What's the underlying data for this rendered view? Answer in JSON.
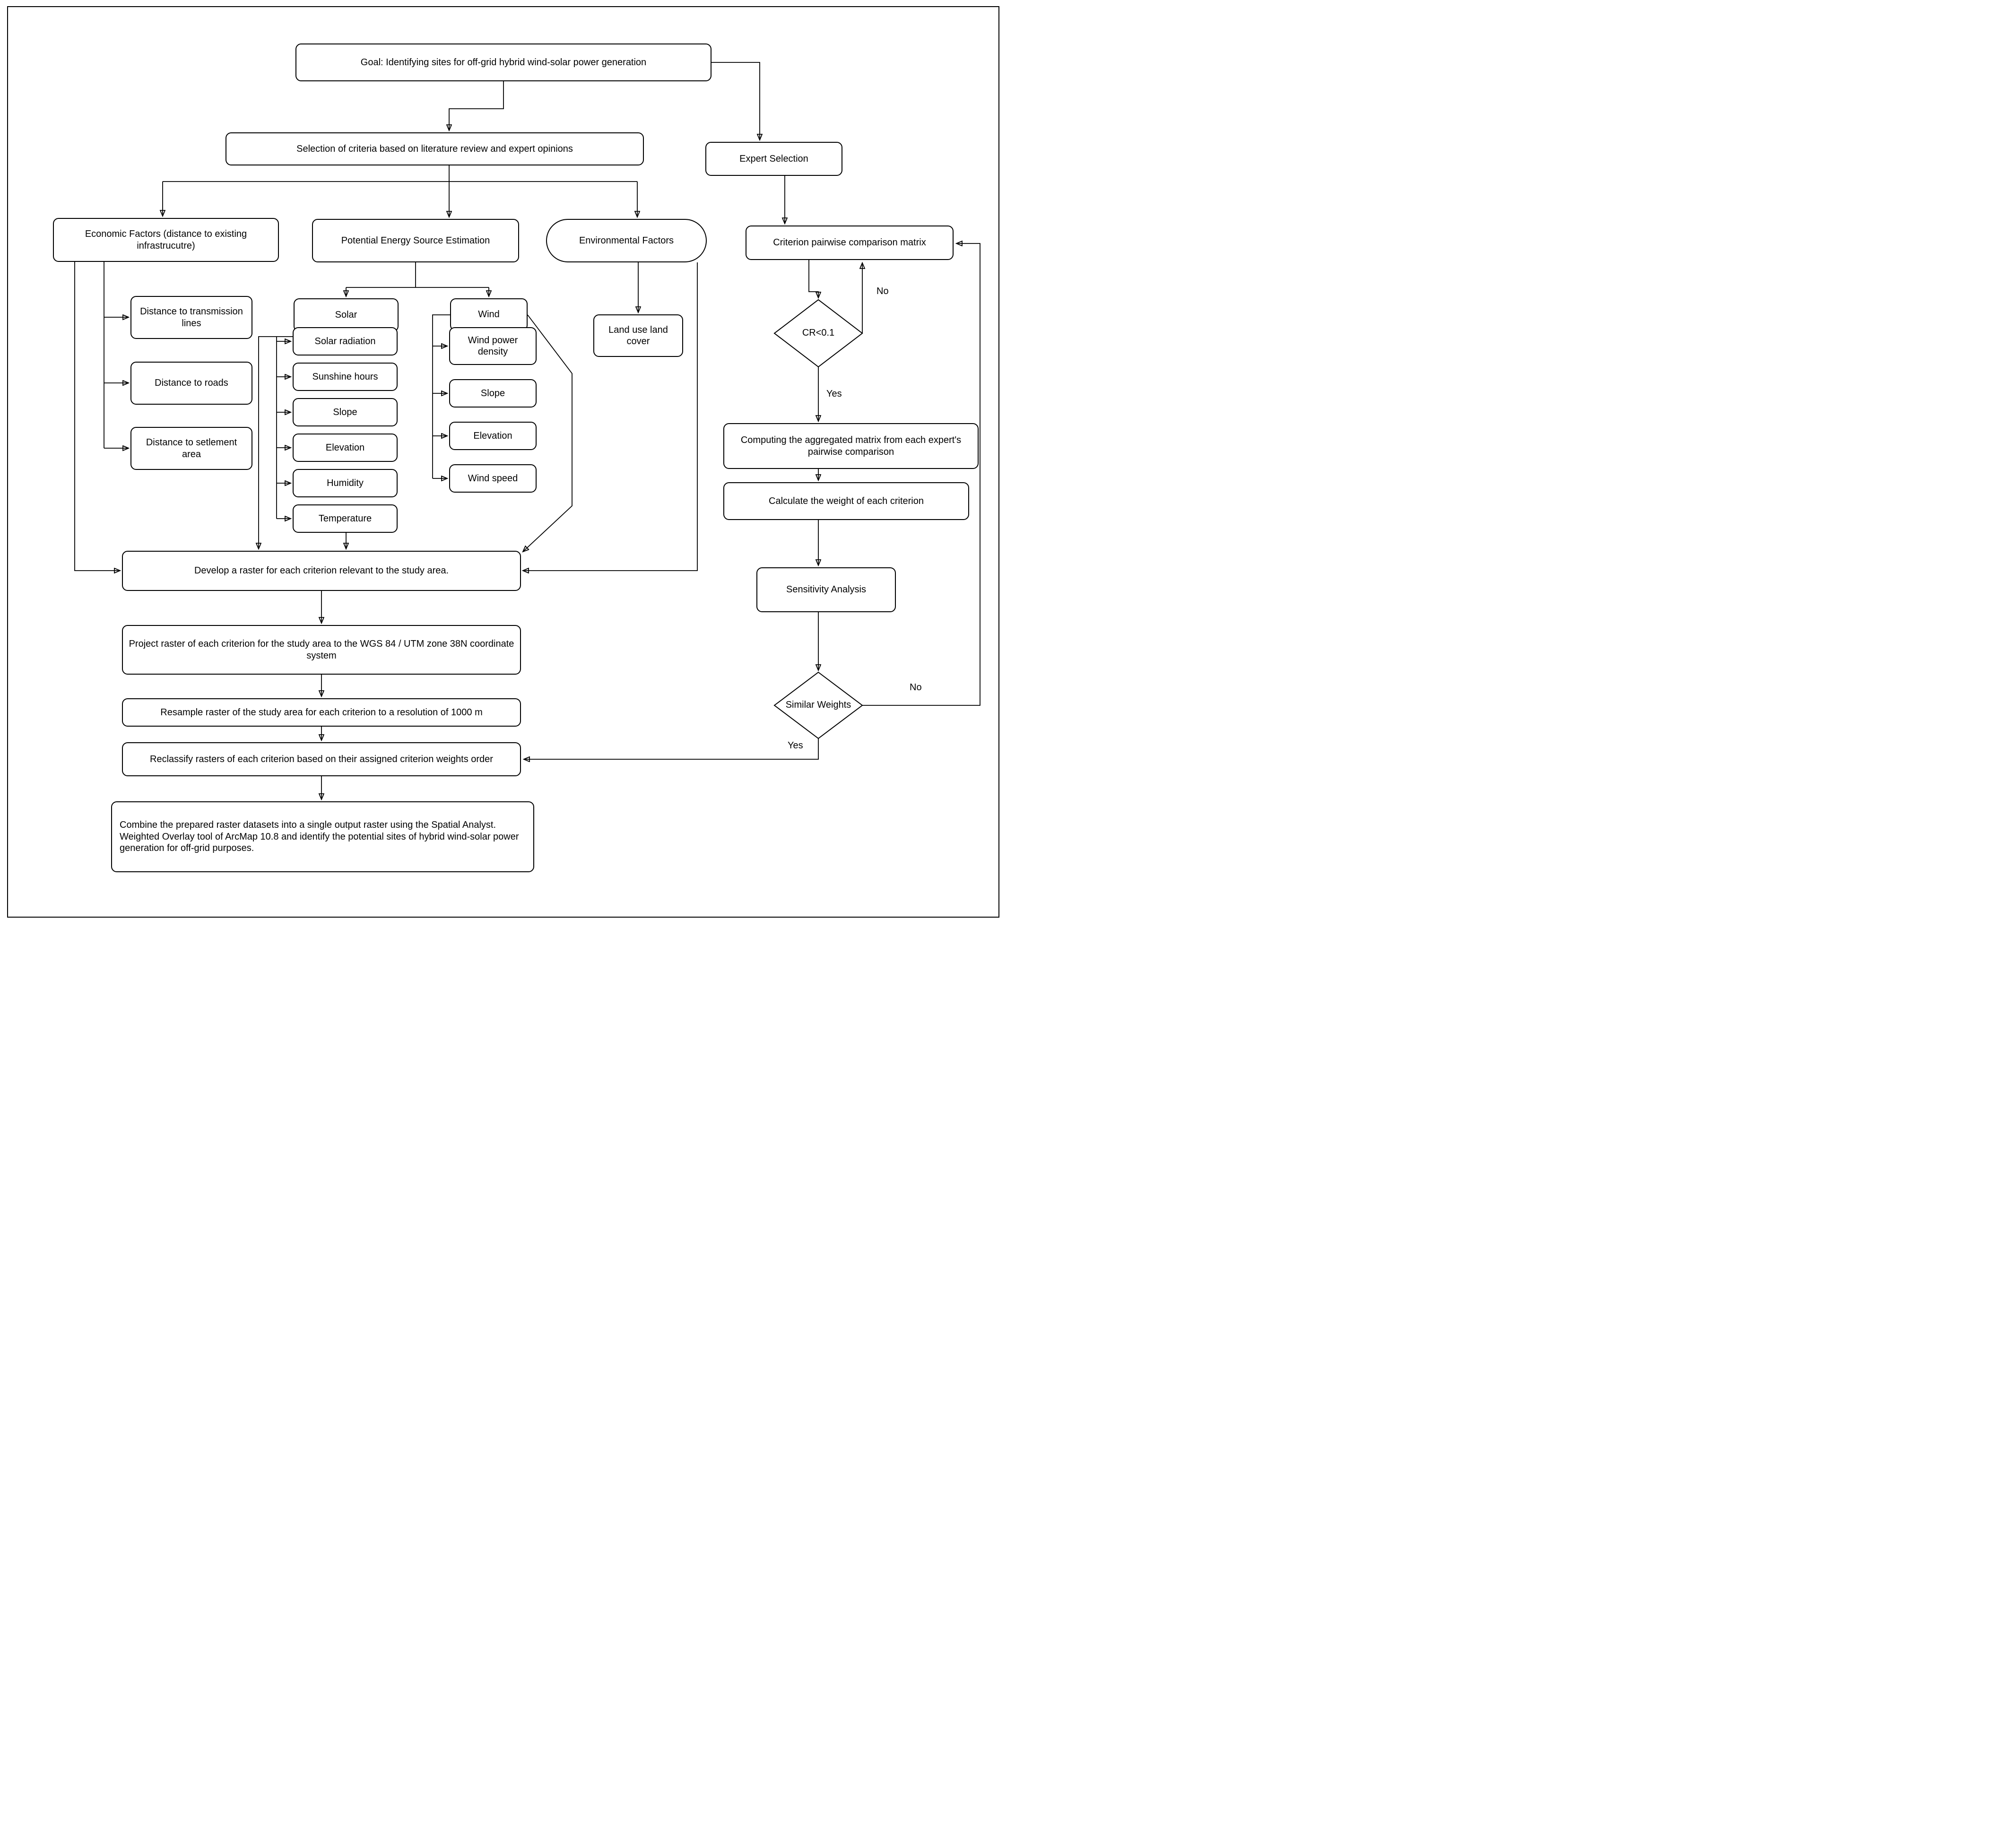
{
  "diagram": {
    "colors": {
      "stroke": "#000000",
      "node_fill": "#ffffff",
      "background": "#ffffff"
    },
    "nodes": {
      "goal": {
        "label": "Goal: Identifying sites for off-grid hybrid wind-solar power generation"
      },
      "selection": {
        "label": "Selection of criteria based on literature review and expert opinions"
      },
      "expert": {
        "label": "Expert Selection"
      },
      "economic": {
        "label": "Economic Factors (distance to existing infrastrucutre)"
      },
      "potential": {
        "label": "Potential Energy Source Estimation"
      },
      "environmental": {
        "label": "Environmental Factors"
      },
      "cpcm": {
        "label": "Criterion pairwise comparison matrix"
      },
      "dist_transmission": {
        "label": "Distance to transmission lines"
      },
      "dist_roads": {
        "label": "Distance to roads"
      },
      "dist_settlement": {
        "label": "Distance to setlement area"
      },
      "solar": {
        "label": "Solar"
      },
      "wind": {
        "label": "Wind"
      },
      "solar_radiation": {
        "label": "Solar radiation"
      },
      "sunshine_hours": {
        "label": "Sunshine hours"
      },
      "slope_solar": {
        "label": "Slope"
      },
      "elevation_solar": {
        "label": "Elevation"
      },
      "humidity": {
        "label": "Humidity"
      },
      "temperature": {
        "label": "Temperature"
      },
      "wind_power_density": {
        "label": "Wind power density"
      },
      "slope_wind": {
        "label": "Slope"
      },
      "elevation_wind": {
        "label": "Elevation"
      },
      "wind_speed": {
        "label": "Wind speed"
      },
      "land_use": {
        "label": "Land use land cover"
      },
      "cr": {
        "label": "CR<0.1"
      },
      "aggregated": {
        "label": "Computing the aggregated matrix from each expert's pairwise comparison"
      },
      "calc_weight": {
        "label": "Calculate the weight of each criterion"
      },
      "sensitivity": {
        "label": "Sensitivity Analysis"
      },
      "similar_weights": {
        "label": "Similar Weights"
      },
      "develop": {
        "label": "Develop a raster for each criterion relevant to the study area."
      },
      "project": {
        "label": "Project raster of each criterion for the study area to the WGS 84 / UTM zone 38N coordinate system"
      },
      "resample": {
        "label": "Resample raster of the study area for each criterion to a resolution of 1000 m"
      },
      "reclassify": {
        "label": "Reclassify rasters of each criterion based on their assigned criterion weights order"
      },
      "combine": {
        "label": "Combine the prepared raster datasets into a single output raster using the Spatial Analyst. Weighted Overlay tool of ArcMap 10.8 and identify the potential sites of hybrid  wind-solar power generation for off-grid purposes."
      }
    },
    "edge_labels": {
      "cr_no": "No",
      "cr_yes": "Yes",
      "similar_no": "No",
      "similar_yes": "Yes"
    }
  }
}
